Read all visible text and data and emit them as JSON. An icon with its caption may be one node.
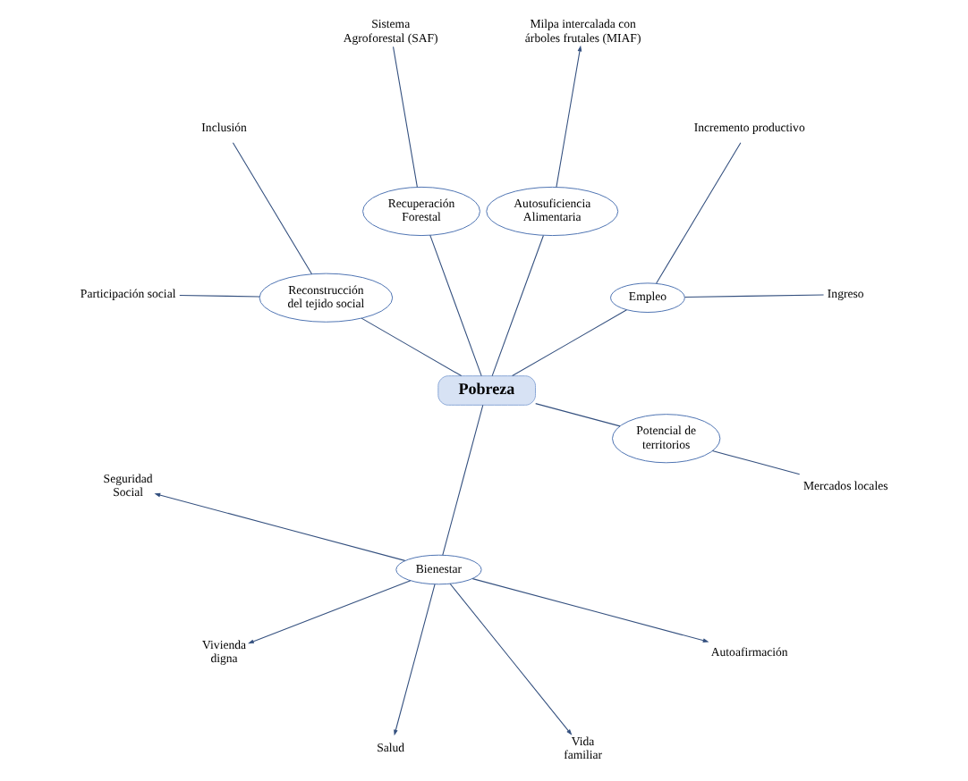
{
  "diagram": {
    "nodes": [
      {
        "text": [
          "Milpa intercalada con árboles frutales (MIAF)"
        ]
      },
      {
        "text": [
          "Recuperación Forestal"
        ]
      },
      {
        "text": [
          "Autosuficiencia Alimentaria"
        ]
      },
      {
        "text": [
          "Empleo"
        ]
      },
      {
        "text": [
          "Sistema Agroforestal (SAF)"
        ]
      },
      {
        "text": [
          "Incremento productivo"
        ]
      },
      {
        "text": [
          "Ingreso"
        ]
      },
      {
        "text": [
          "Pobreza"
        ]
      },
      {
        "text": [
          "Inclusión"
        ]
      },
      {
        "text": [
          "Participación social"
        ]
      },
      {
        "text": [
          "Mercados locales"
        ]
      },
      {
        "text": [
          "Reconstrucción del tejido social"
        ]
      },
      {
        "text": [
          "Bienestar"
        ]
      },
      {
        "text": [
          "Potencial de territorios"
        ]
      },
      {
        "text": [
          "Seguridad Social"
        ]
      },
      {
        "text": [
          "Vivienda digna"
        ]
      },
      {
        "text": [
          "Salud"
        ]
      },
      {
        "text": [
          "Vida familiar"
        ]
      },
      {
        "text": [
          "Autoafirmación"
        ]
      }
    ],
    "edges": [
      {
        "from": 7,
        "to": 2,
        "arrow": "none"
      },
      {
        "from": 7,
        "to": 1,
        "arrow": "none"
      },
      {
        "from": 7,
        "to": 3,
        "arrow": "none"
      },
      {
        "from": 7,
        "to": 11,
        "arrow": "none"
      },
      {
        "from": 7,
        "to": 13,
        "arrow": "none"
      },
      {
        "from": 7,
        "to": 12,
        "arrow": "none"
      },
      {
        "from": 2,
        "to": 0,
        "arrow": "to"
      },
      {
        "from": 1,
        "to": 4,
        "arrow": "none"
      },
      {
        "from": 3,
        "to": 5,
        "arrow": "none"
      },
      {
        "from": 3,
        "to": 6,
        "arrow": "none"
      },
      {
        "from": 11,
        "to": 8,
        "arrow": "none"
      },
      {
        "from": 11,
        "to": 9,
        "arrow": "none"
      },
      {
        "from": 13,
        "to": 10,
        "arrow": "none"
      },
      {
        "from": 12,
        "to": 14,
        "arrow": "to"
      },
      {
        "from": 12,
        "to": 15,
        "arrow": "to"
      },
      {
        "from": 12,
        "to": 16,
        "arrow": "to"
      },
      {
        "from": 12,
        "to": 17,
        "arrow": "to"
      },
      {
        "from": 12,
        "to": 18,
        "arrow": "to"
      }
    ]
  }
}
